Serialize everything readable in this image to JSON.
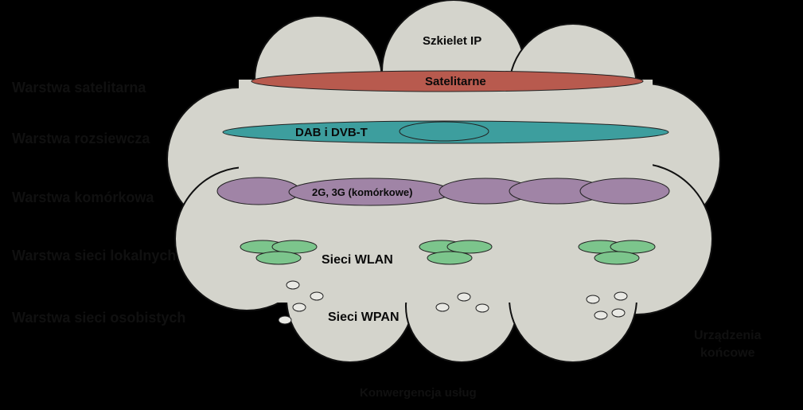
{
  "diagram": {
    "backbone": "Szkielet IP",
    "bands": {
      "satellite": "Satelitarne",
      "broadcast": "DAB i DVB-T",
      "cellular": "2G, 3G (komórkowe)",
      "wlan": "Sieci WLAN",
      "wpan": "Sieci WPAN"
    },
    "layers": [
      "Warstwa satelitarna",
      "Warstwa rozsiewcza",
      "Warstwa komórkowa",
      "Warstwa sieci lokalnych",
      "Warstwa sieci osobistych"
    ],
    "side_note": [
      "Urządzenia",
      "końcowe"
    ],
    "bottom_note": "Konwergencja usług",
    "colors": {
      "background": "#000000",
      "cloud": "#d4d4cc",
      "satellite": "#b85a4e",
      "broadcast": "#3d9e9e",
      "cellular": "#a084a6",
      "wlan": "#7cc58c",
      "wpan": "#e9e9e4"
    }
  }
}
